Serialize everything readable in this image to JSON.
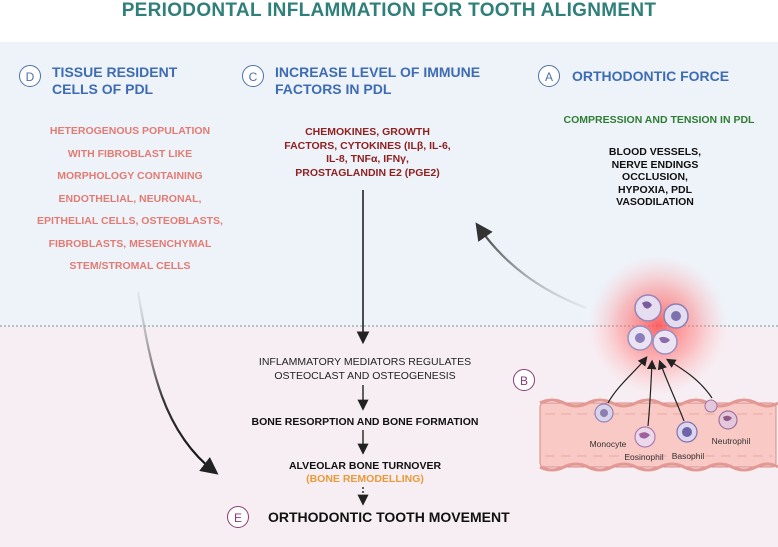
{
  "title": "PERIODONTAL INFLAMMATION FOR TOOTH ALIGNMENT",
  "sections": {
    "d": {
      "letter": "D",
      "heading_line1": "TISSUE RESIDENT",
      "heading_line2": "CELLS OF PDL",
      "lines": [
        "HETEROGENOUS POPULATION",
        "WITH FIBROBLAST LIKE",
        "MORPHOLOGY CONTAINING",
        "ENDOTHELIAL, NEURONAL,",
        "EPITHELIAL CELLS, OSTEOBLASTS,",
        "FIBROBLASTS, MESENCHYMAL",
        "STEM/STROMAL CELLS"
      ]
    },
    "c": {
      "letter": "C",
      "heading_line1": "INCREASE LEVEL OF IMMUNE",
      "heading_line2": "FACTORS IN PDL",
      "lines": [
        "CHEMOKINES, GROWTH",
        "FACTORS, CYTOKINES (ILβ, IL-6,",
        "IL-8, TNFα, IFNγ,",
        "PROSTAGLANDIN E2 (PGE2)"
      ]
    },
    "a": {
      "letter": "A",
      "heading": "ORTHODONTIC FORCE",
      "subheading": "COMPRESSION AND TENSION IN PDL",
      "lines": [
        "BLOOD VESSELS,",
        "NERVE ENDINGS",
        "OCCLUSION,",
        "HYPOXIA, PDL",
        "VASODILATION"
      ]
    },
    "b": {
      "letter": "B",
      "cells": {
        "monocyte": "Monocyte",
        "eosinophil": "Eosinophil",
        "basophil": "Basophil",
        "neutrophil": "Neutrophil"
      }
    },
    "flow": {
      "mediators_line1": "INFLAMMATORY MEDIATORS REGULATES",
      "mediators_line2": "OSTEOCLAST AND OSTEOGENESIS",
      "bone_resorption": "BONE RESORPTION AND BONE FORMATION",
      "turnover": "ALVEOLAR BONE TURNOVER",
      "remodelling": "(BONE REMODELLING)"
    },
    "e": {
      "letter": "E",
      "heading": "ORTHODONTIC TOOTH MOVEMENT"
    }
  },
  "colors": {
    "teal_title": "#2f7f7a",
    "blue_heading": "#3d6cb5",
    "salmon_text": "#e27b73",
    "dark_red_text": "#8f2121",
    "green_text": "#2e7d32",
    "orange_text": "#e89a3a",
    "top_band": "#eef3fa",
    "bottom_band": "#f7eef3"
  }
}
